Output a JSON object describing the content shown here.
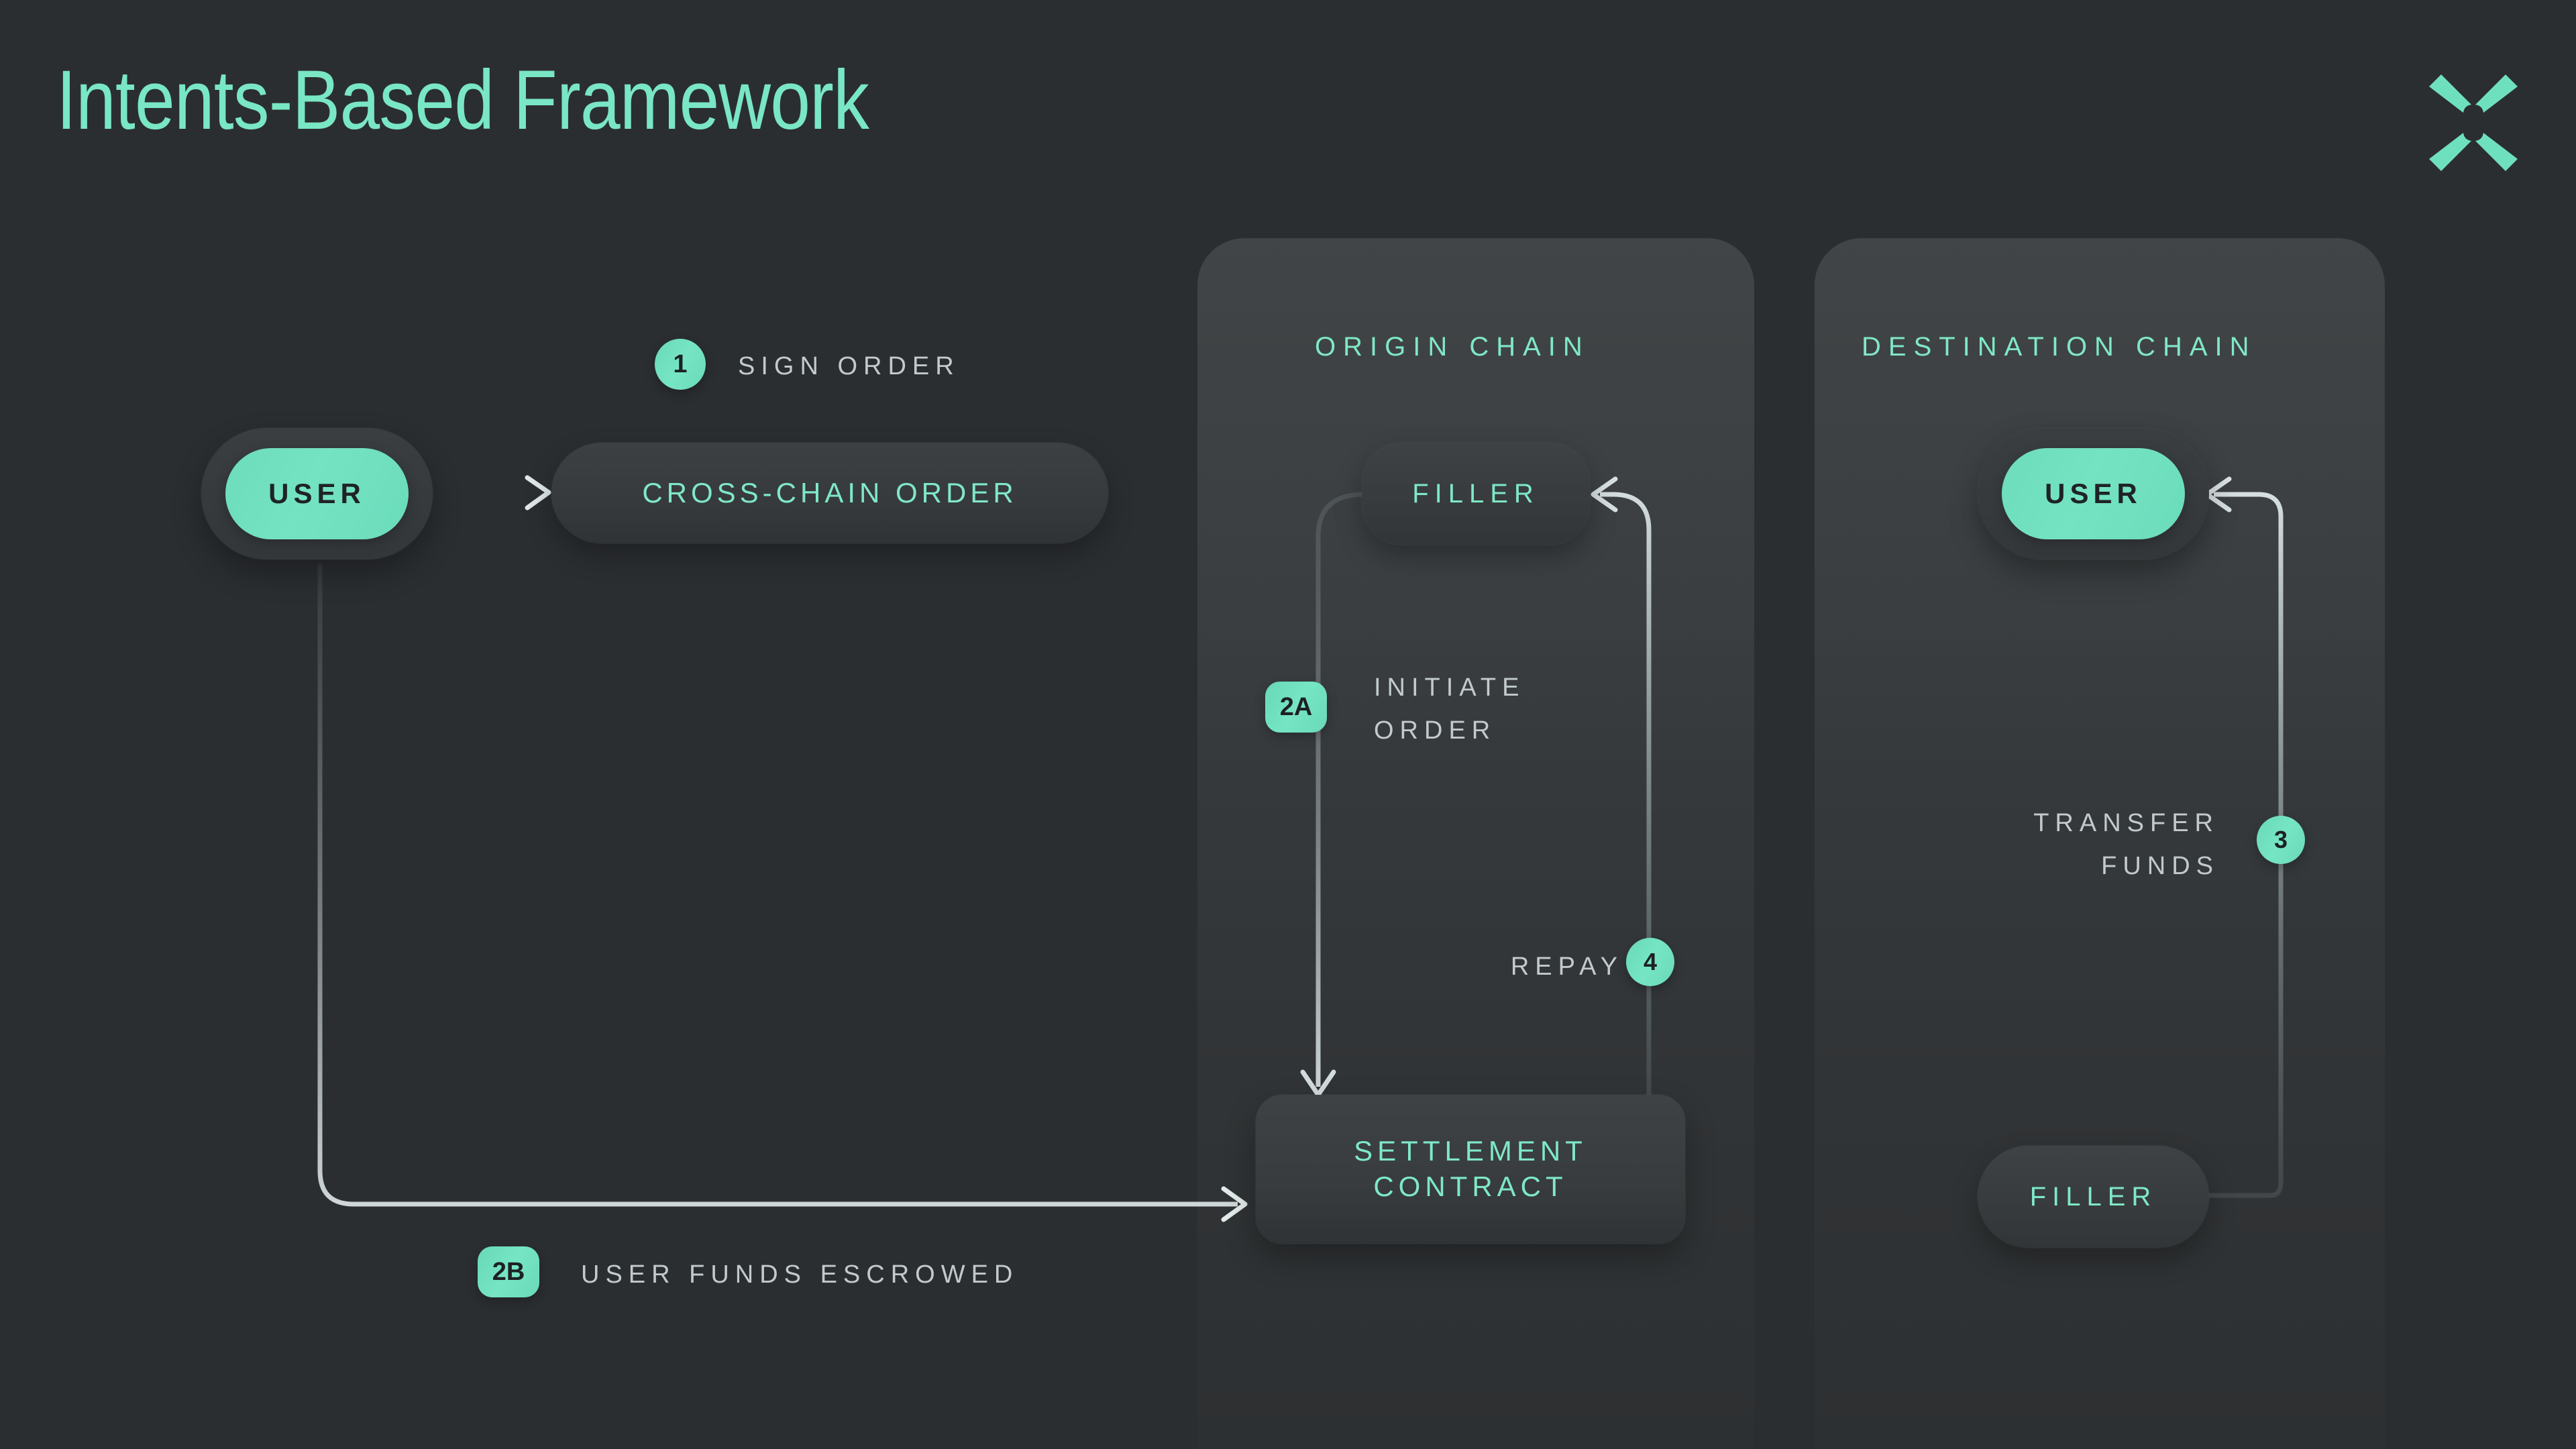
{
  "page": {
    "title": "Intents-Based Framework",
    "logo_icon": "x-logo-icon",
    "background_color": "#2b2e31",
    "accent_color": "#7fe8c6",
    "panel_color": "#383c3e",
    "label_color": "#c2cacb"
  },
  "nodes": {
    "user_origin": "USER",
    "cross_chain_order": "CROSS-CHAIN ORDER",
    "filler_origin": "FILLER",
    "settlement_contract_line1": "SETTLEMENT",
    "settlement_contract_line2": "CONTRACT",
    "user_destination": "USER",
    "filler_destination": "FILLER"
  },
  "panels": {
    "origin": {
      "title": "ORIGIN CHAIN"
    },
    "destination": {
      "title": "DESTINATION CHAIN"
    }
  },
  "steps": [
    {
      "id": "1",
      "badge": "1",
      "label": "SIGN ORDER",
      "shape": "circle"
    },
    {
      "id": "2a",
      "badge": "2A",
      "label_line1": "INITIATE",
      "label_line2": "ORDER",
      "shape": "rect"
    },
    {
      "id": "2b",
      "badge": "2B",
      "label": "USER FUNDS ESCROWED",
      "shape": "rect"
    },
    {
      "id": "3",
      "badge": "3",
      "label_line1": "TRANSFER",
      "label_line2": "FUNDS",
      "shape": "circle"
    },
    {
      "id": "4",
      "badge": "4",
      "label": "REPAY",
      "shape": "circle"
    }
  ]
}
